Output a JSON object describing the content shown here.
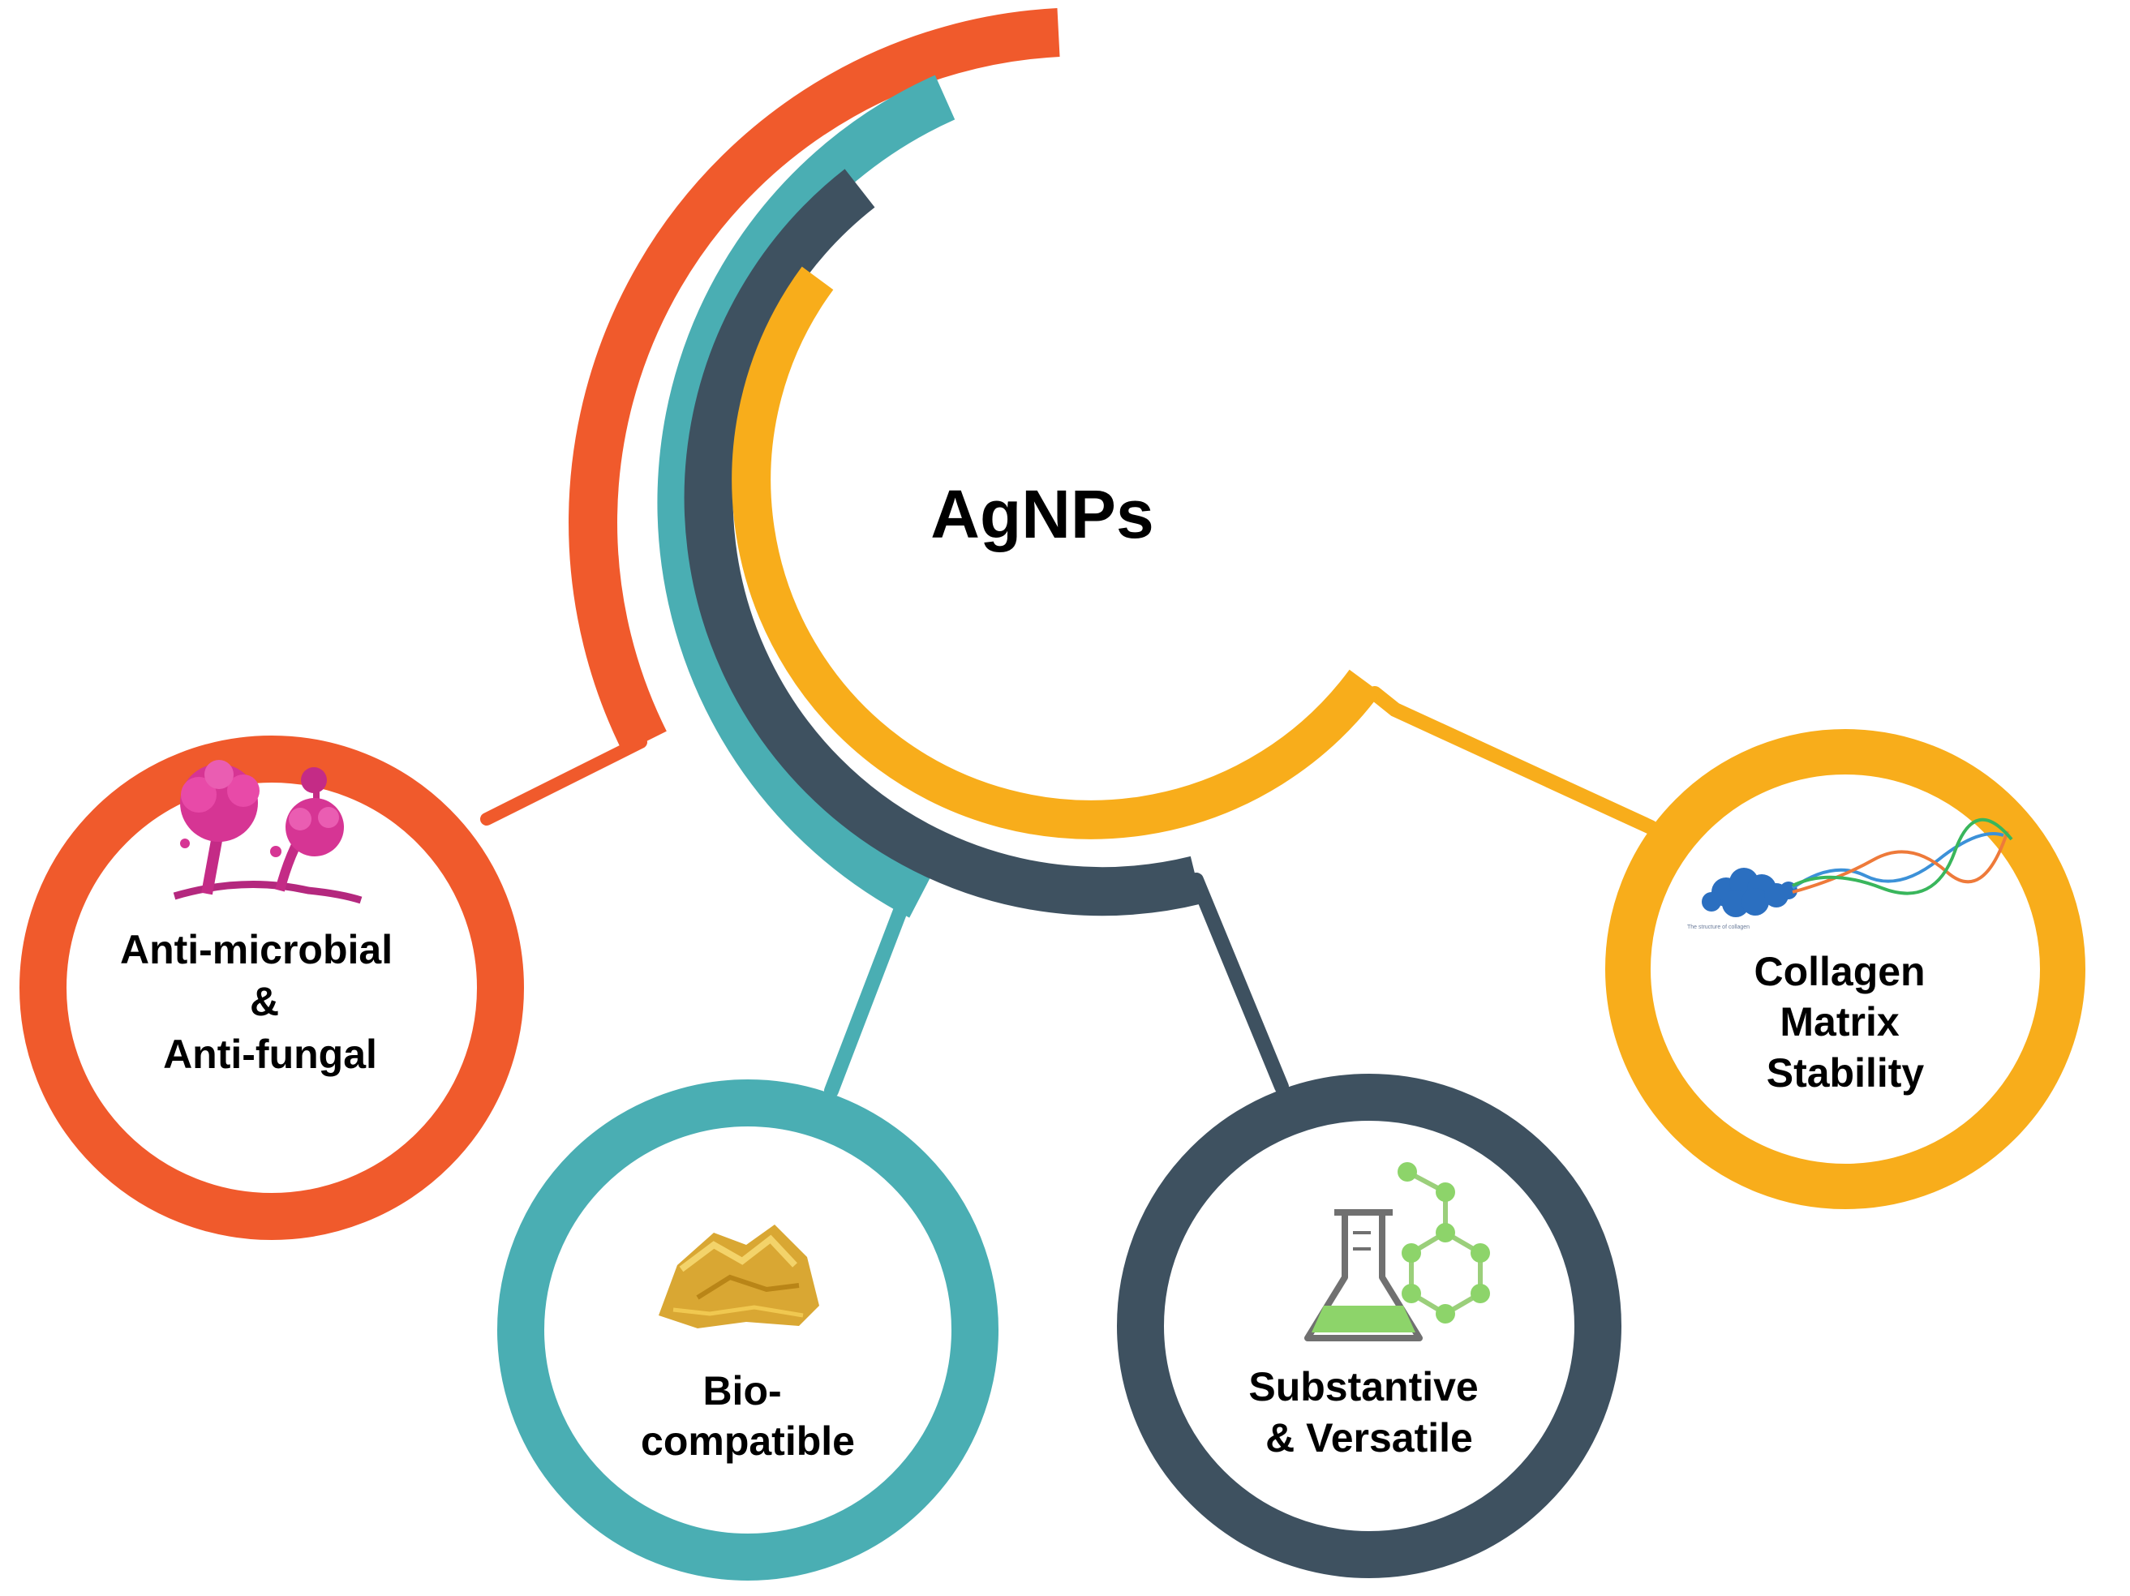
{
  "center": {
    "title": "AgNPs"
  },
  "colors": {
    "orange": "#f05a2c",
    "teal": "#4aaeb3",
    "slate": "#3e5160",
    "yellow": "#f8ad1b"
  },
  "nodes": [
    {
      "id": "antimicrobial",
      "lines": [
        "Anti-microbial",
        "&",
        "Anti-fungal"
      ],
      "icon": "fungus-spores-image",
      "color": "orange"
    },
    {
      "id": "biocompatible",
      "lines": [
        "Bio-",
        "compatible"
      ],
      "icon": "gold-nugget-image",
      "color": "teal"
    },
    {
      "id": "substantive",
      "lines": [
        "Substantive",
        "& Versatile"
      ],
      "icon": "flask-molecule-icon",
      "color": "slate"
    },
    {
      "id": "collagen",
      "lines": [
        "Collagen",
        "Matrix",
        "Stability"
      ],
      "icon": "collagen-helix-image",
      "color": "yellow"
    }
  ]
}
